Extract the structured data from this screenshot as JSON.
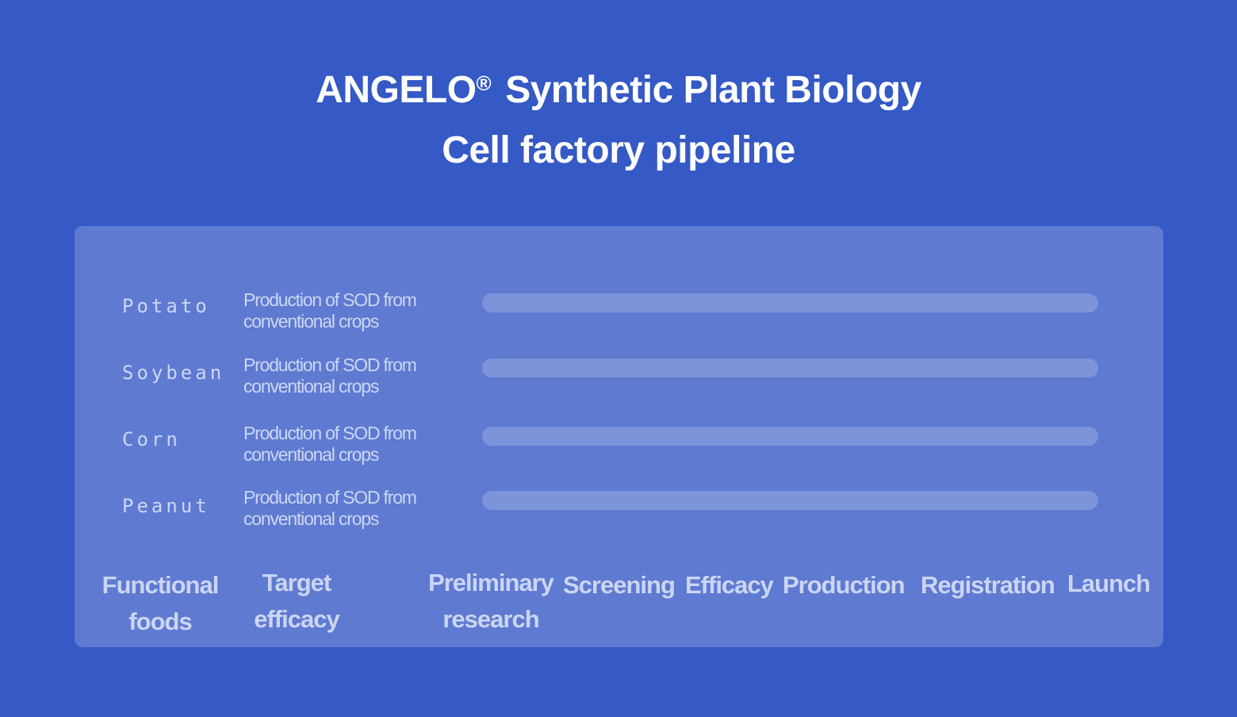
{
  "header": {
    "brand": "ANGELO",
    "registered": "®",
    "line1": "Synthetic Plant Biology",
    "line2": "Cell factory pipeline"
  },
  "rows": [
    {
      "crop": "Potato",
      "description": "Production of SOD from conventional crops"
    },
    {
      "crop": "Soybean",
      "description": "Production of SOD from conventional crops"
    },
    {
      "crop": "Corn",
      "description": "Production of SOD from conventional crops"
    },
    {
      "crop": "Peanut",
      "description": "Production of SOD from conventional crops"
    }
  ],
  "columns": [
    "Functional foods",
    "Target efficacy",
    "Preliminary research",
    "Screening",
    "Efficacy",
    "Production",
    "Registration",
    "Launch"
  ],
  "colors": {
    "background": "#3559c5",
    "panel": "#5f7ad1",
    "track": "#7d94da"
  }
}
